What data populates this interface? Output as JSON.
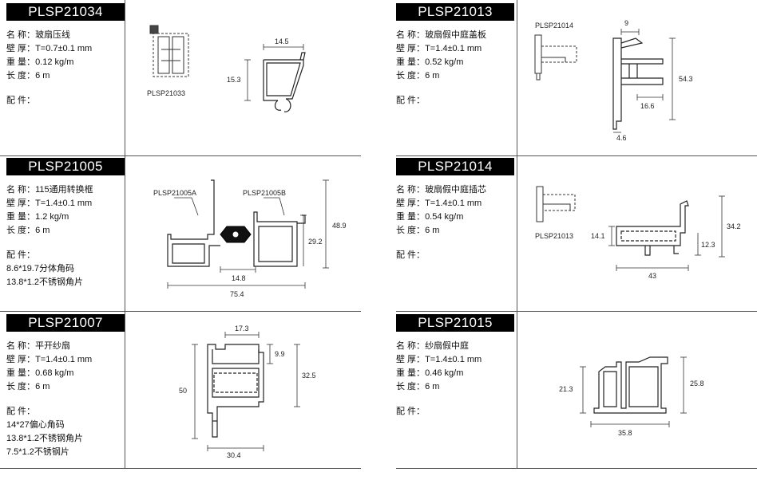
{
  "products": [
    {
      "code": "PLSP21034",
      "name_label": "名 称：",
      "name": "玻扇压线",
      "thickness_label": "壁 厚：",
      "thickness": "T=0.7±0.1 mm",
      "weight_label": "重 量：",
      "weight": "0.12 kg/m",
      "length_label": "长 度：",
      "length": "6 m",
      "accessories_label": "配 件：",
      "accessories": [],
      "drawing": {
        "ref": "PLSP21033",
        "dims": [
          "14.5",
          "15.3"
        ]
      }
    },
    {
      "code": "PLSP21013",
      "name_label": "名 称：",
      "name": "玻扇假中庭盖板",
      "thickness_label": "壁 厚：",
      "thickness": "T=1.4±0.1 mm",
      "weight_label": "重 量：",
      "weight": "0.52 kg/m",
      "length_label": "长 度：",
      "length": "6 m",
      "accessories_label": "配 件：",
      "accessories": [],
      "drawing": {
        "ref": "PLSP21014",
        "dims": [
          "9",
          "54.3",
          "16.6",
          "4.6"
        ]
      }
    },
    {
      "code": "PLSP21005",
      "name_label": "名 称：",
      "name": "115通用转换框",
      "thickness_label": "壁 厚：",
      "thickness": "T=1.4±0.1 mm",
      "weight_label": "重 量：",
      "weight": "1.2 kg/m",
      "length_label": "长 度：",
      "length": "6 m",
      "accessories_label": "配 件：",
      "accessories": [
        "8.6*19.7分体角码",
        "13.8*1.2不锈钢角片"
      ],
      "drawing": {
        "ref_a": "PLSP21005A",
        "ref_b": "PLSP21005B",
        "dims": [
          "48.9",
          "29.2",
          "14.8",
          "75.4"
        ]
      }
    },
    {
      "code": "PLSP21014",
      "name_label": "名 称：",
      "name": "玻扇假中庭插芯",
      "thickness_label": "壁 厚：",
      "thickness": "T=1.4±0.1 mm",
      "weight_label": "重 量：",
      "weight": "0.54 kg/m",
      "length_label": "长 度：",
      "length": "6 m",
      "accessories_label": "配 件：",
      "accessories": [],
      "drawing": {
        "ref": "PLSP21013",
        "dims": [
          "14.1",
          "34.2",
          "12.3",
          "43"
        ]
      }
    },
    {
      "code": "PLSP21007",
      "name_label": "名 称：",
      "name": "平开纱扇",
      "thickness_label": "壁 厚：",
      "thickness": "T=1.4±0.1 mm",
      "weight_label": "重 量：",
      "weight": "0.68 kg/m",
      "length_label": "长 度：",
      "length": "6 m",
      "accessories_label": "配 件：",
      "accessories": [
        "14*27偏心角码",
        "13.8*1.2不锈钢角片",
        "7.5*1.2不锈钢片"
      ],
      "drawing": {
        "dims": [
          "17.3",
          "9.9",
          "32.5",
          "50",
          "30.4"
        ]
      }
    },
    {
      "code": "PLSP21015",
      "name_label": "名 称：",
      "name": "纱扇假中庭",
      "thickness_label": "壁 厚：",
      "thickness": "T=1.4±0.1 mm",
      "weight_label": "重 量：",
      "weight": "0.46 kg/m",
      "length_label": "长 度：",
      "length": "6 m",
      "accessories_label": "配 件：",
      "accessories": [],
      "drawing": {
        "dims": [
          "21.3",
          "25.8",
          "35.8"
        ]
      }
    }
  ]
}
